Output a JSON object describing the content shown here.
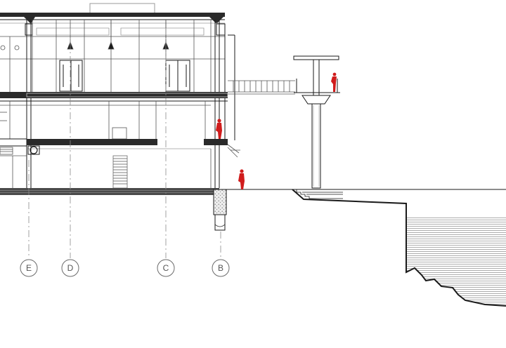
{
  "colors": {
    "background": "#ffffff",
    "line": "#1a1a1a",
    "light_line": "#9a9a9a",
    "hatch": "#8a8a8a",
    "figure": "#d01c1c"
  },
  "gridlines": [
    {
      "label": "E"
    },
    {
      "label": "D"
    },
    {
      "label": "C"
    },
    {
      "label": "B"
    }
  ]
}
